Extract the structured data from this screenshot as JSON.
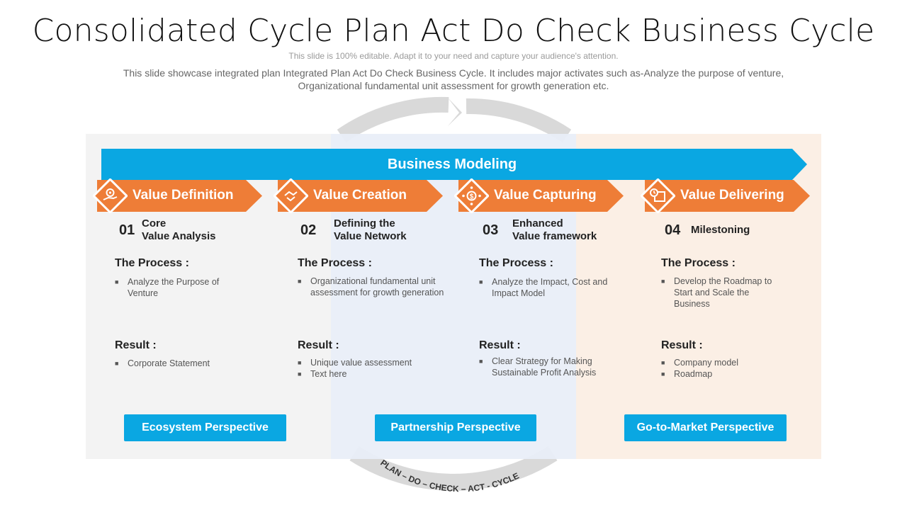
{
  "title": "Consolidated Cycle Plan Act Do Check Business Cycle",
  "tagline": "This slide is 100% editable. Adapt it to your need and capture your audience's attention.",
  "description": "This slide showcase integrated plan Integrated Plan Act Do Check Business Cycle. It includes major activates such as-Analyze the purpose of venture, Organizational fundamental unit assessment for growth generation etc.",
  "business_modeling": "Business Modeling",
  "cycle_text": "PLAN – DO – CHECK – ACT - CYCLE",
  "colors": {
    "blue": "#0aa7e2",
    "orange": "#ee7d37",
    "ring": "#d9d9d9"
  },
  "stages": [
    {
      "label": "Value Definition",
      "icon": "hand-gear-icon",
      "number": "01",
      "subtitle": "Core\nValue Analysis",
      "process_heading": "The Process :",
      "process": [
        "Analyze the Purpose of Venture"
      ],
      "result_heading": "Result :",
      "result": [
        "Corporate Statement"
      ]
    },
    {
      "label": "Value Creation",
      "icon": "handshake-icon",
      "number": "02",
      "subtitle": "Defining the\nValue Network",
      "process_heading": "The Process :",
      "process": [
        "Organizational fundamental unit assessment for growth generation"
      ],
      "result_heading": "Result :",
      "result": [
        "Unique value assessment",
        "Text here"
      ]
    },
    {
      "label": "Value Capturing",
      "icon": "dollar-network-icon",
      "number": "03",
      "subtitle": "Enhanced\nValue framework",
      "process_heading": "The Process :",
      "process": [
        "Analyze the Impact, Cost and Impact Model"
      ],
      "result_heading": "Result :",
      "result": [
        "Clear Strategy for Making Sustainable Profit Analysis"
      ]
    },
    {
      "label": "Value Delivering",
      "icon": "box-clock-icon",
      "number": "04",
      "subtitle": "Milestoning",
      "process_heading": "The Process :",
      "process": [
        "Develop the Roadmap to Start and Scale the Business"
      ],
      "result_heading": "Result :",
      "result": [
        "Company model",
        "Roadmap"
      ]
    }
  ],
  "perspectives": [
    "Ecosystem Perspective",
    "Partnership Perspective",
    "Go-to-Market Perspective"
  ]
}
